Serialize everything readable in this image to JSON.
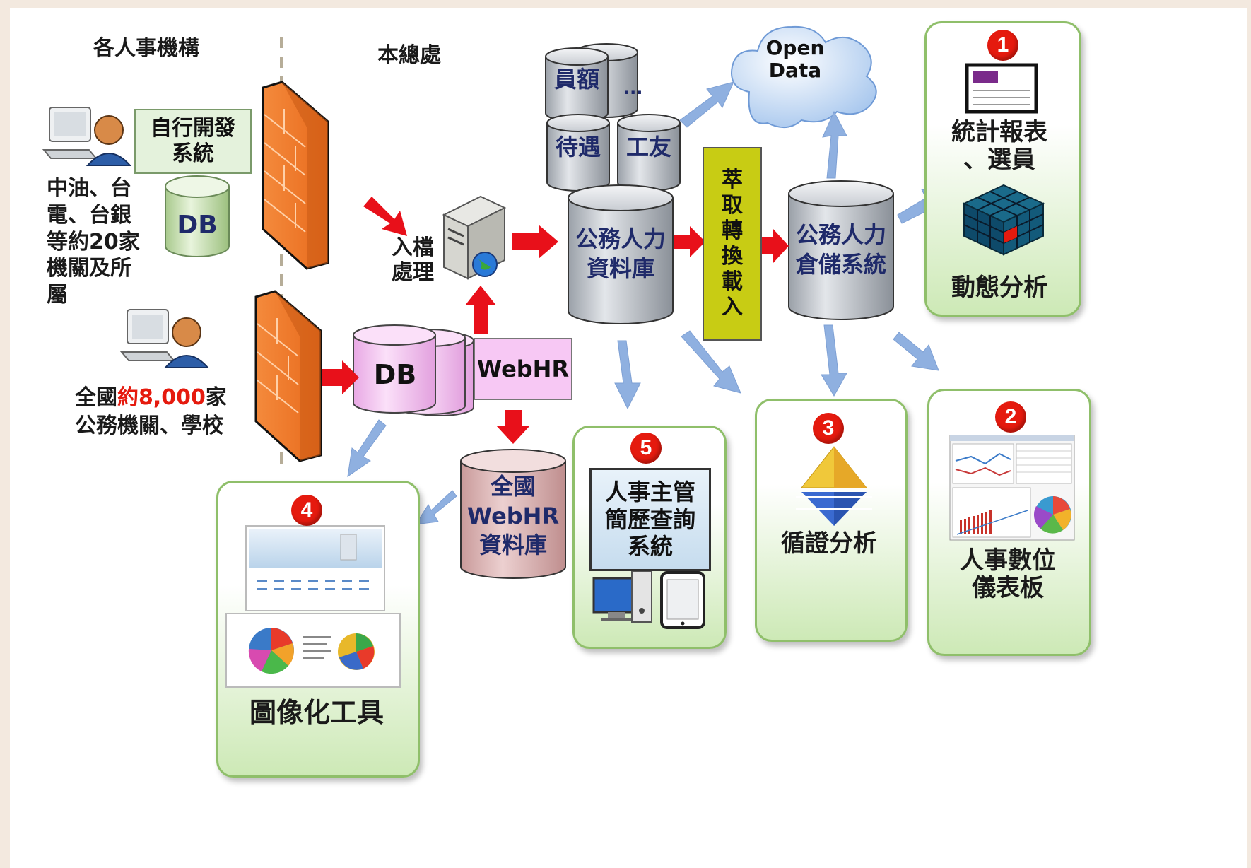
{
  "labels": {
    "agencies_header": "各人事機構",
    "hq_header": "本總處",
    "self_dev_system": "自行開發\n系統",
    "db_small": "DB",
    "corp_agencies": "中油、台\n電、台銀\n等約20家\n機關及所\n屬",
    "national_prefix": "全國",
    "national_count": "約8,000",
    "national_suffix": "家",
    "national_line2": "公務機關、學校",
    "intake": "入檔\n處理",
    "db_pink": "DB",
    "webhr": "WebHR",
    "webhr_db": "全國\nWebHR\n資料庫",
    "staff_quota": "員額",
    "salary": "待遇",
    "worker": "工友",
    "ellipsis": "...",
    "civil_db": "公務人力\n資料庫",
    "etl": "萃\n取\n轉\n換\n載\n入",
    "warehouse": "公務人力\n倉儲系統",
    "open_data": "Open\nData"
  },
  "panels": [
    {
      "number": "1",
      "label": "統計報表\n、選員",
      "label2": "動態分析"
    },
    {
      "number": "2",
      "label": "人事數位\n儀表板"
    },
    {
      "number": "3",
      "label": "循證分析"
    },
    {
      "number": "4",
      "label": "圖像化工具"
    },
    {
      "number": "5",
      "label": "人事主管\n簡歷查詢\n系統"
    }
  ],
  "colors": {
    "badge": "#e51a0e",
    "arrow_red": "#e8101a",
    "arrow_blue": "#8fb0e0",
    "etl_box": "#c8cc14",
    "pink": "#f7c8f4",
    "firewall": "#f07a2c",
    "highlight_red": "#e51a0e"
  }
}
